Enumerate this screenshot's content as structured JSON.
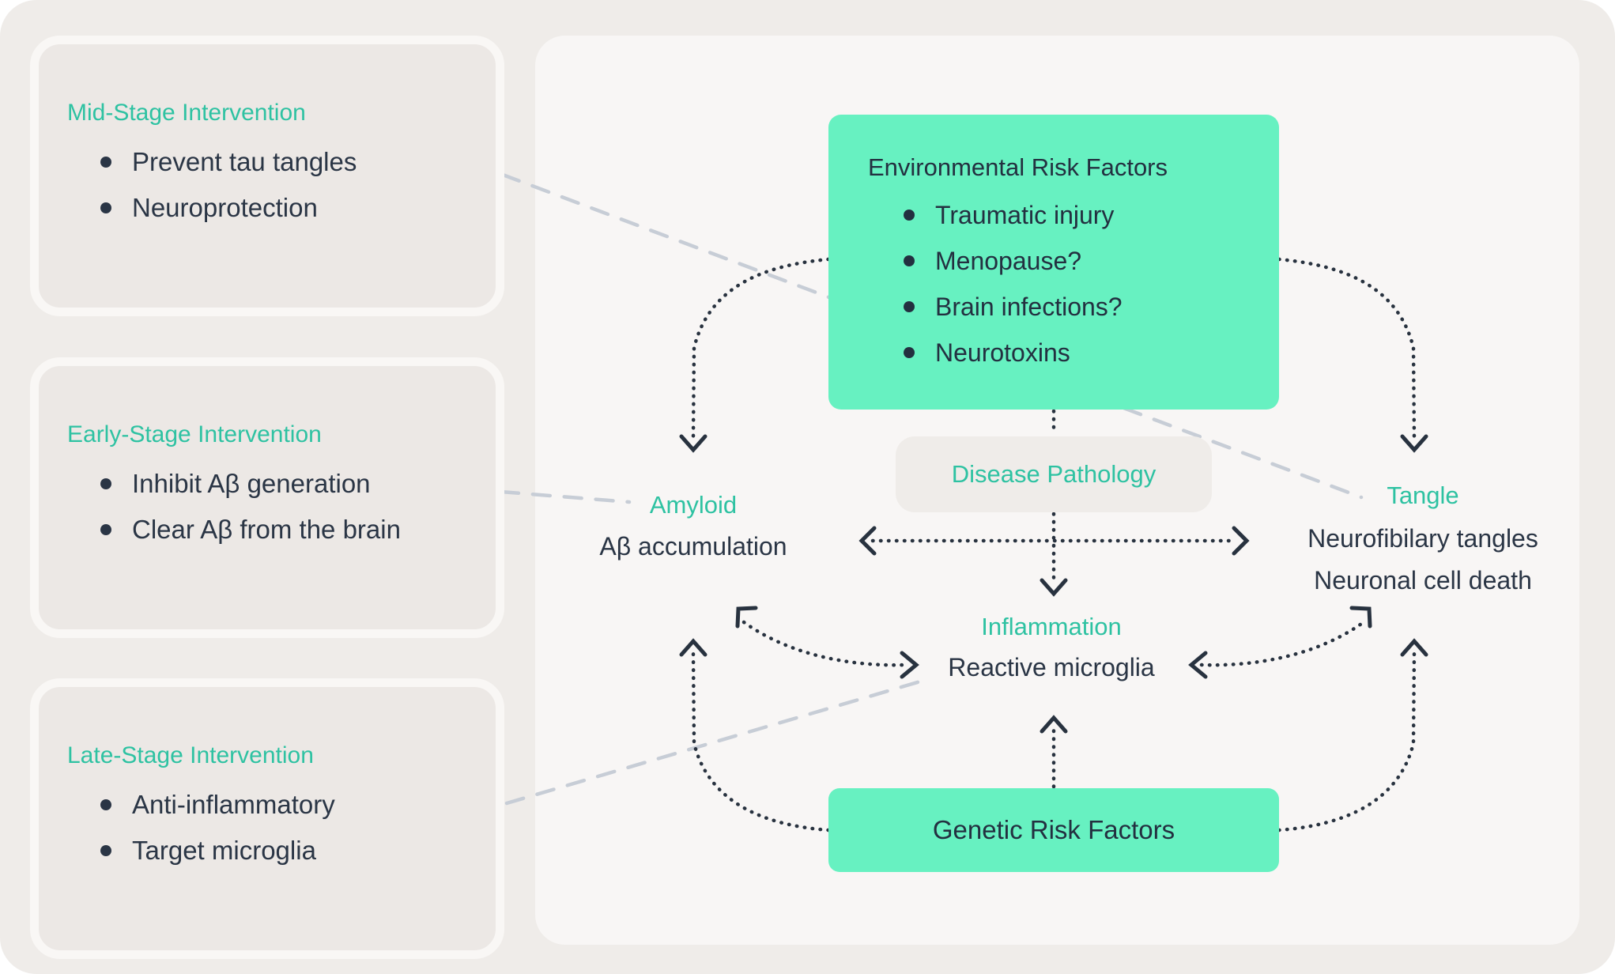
{
  "palette": {
    "mint_green": "#67F1C1",
    "teal_text": "#2EC2A2",
    "navy_text": "#2A3545",
    "dashed_connector_gray": "#C7CDD6",
    "panel_bg": "#F8F6F5",
    "canvas_bg": "#EFECE9",
    "card_bg": "#ECE8E5",
    "card_border": "#F9F7F5"
  },
  "interventions": [
    {
      "title": "Mid-Stage Intervention",
      "bullets": [
        "Prevent tau tangles",
        "Neuroprotection"
      ]
    },
    {
      "title": "Early-Stage Intervention",
      "bullets": [
        "Inhibit Aβ generation",
        "Clear Aβ from the brain"
      ]
    },
    {
      "title": "Late-Stage Intervention",
      "bullets": [
        "Anti-inflammatory",
        "Target microglia"
      ]
    }
  ],
  "diagram": {
    "environmental": {
      "title": "Environmental Risk Factors",
      "bullets": [
        "Traumatic injury",
        "Menopause?",
        "Brain infections?",
        "Neurotoxins"
      ]
    },
    "disease_pathology": {
      "label": "Disease Pathology"
    },
    "amyloid": {
      "label": "Amyloid",
      "sub": "Aβ accumulation"
    },
    "tangle": {
      "label": "Tangle",
      "sub1": "Neurofibilary tangles",
      "sub2": "Neuronal cell death"
    },
    "inflammation": {
      "label": "Inflammation",
      "sub": "Reactive microglia"
    },
    "genetic": {
      "label": "Genetic Risk Factors"
    }
  },
  "relationships": [
    "Environmental Risk Factors → Amyloid (dotted arrow)",
    "Environmental Risk Factors → Tangle (dotted arrow)",
    "Environmental Risk Factors → Disease Pathology → Inflammation (dotted arrow)",
    "Amyloid ↔ Tangle (dotted double arrow)",
    "Amyloid ↔ Inflammation (curved dotted double arrow)",
    "Inflammation ↔ Tangle (curved dotted double arrow)",
    "Genetic Risk Factors → Inflammation (dotted arrow)",
    "Genetic Risk Factors → Amyloid (dotted arrow)",
    "Genetic Risk Factors → Tangle (dotted arrow)",
    "Mid-Stage Intervention ⇢ Tangle (dashed link)",
    "Early-Stage Intervention ⇢ Amyloid (dashed link)",
    "Late-Stage Intervention ⇢ Inflammation (dashed link)"
  ]
}
